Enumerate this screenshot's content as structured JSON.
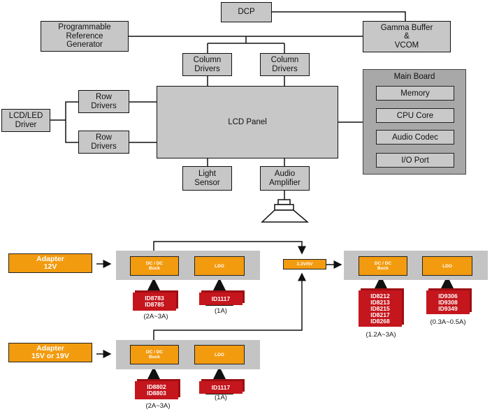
{
  "top": {
    "dcp": "DCP",
    "prog_ref_gen": "Programmable\nReference\nGenerator",
    "gamma_buffer": "Gamma Buffer\n&\nVCOM",
    "column_drivers_1": "Column\nDrivers",
    "column_drivers_2": "Column\nDrivers",
    "row_drivers_1": "Row\nDrivers",
    "row_drivers_2": "Row\nDrivers",
    "lcd_led_driver": "LCD/LED\nDriver",
    "lcd_panel": "LCD Panel",
    "light_sensor": "Light\nSensor",
    "audio_amplifier": "Audio\nAmplifier",
    "main_board": {
      "title": "Main Board",
      "items": [
        "Memory",
        "CPU Core",
        "Audio Codec",
        "I/O Port"
      ]
    }
  },
  "power": {
    "adapter_12v": "Adapter\n12V",
    "adapter_15v": "Adapter\n15V or 19V",
    "rail": "3.3V/5V",
    "row1": {
      "buck": "DC / DC\nBuck",
      "ldo": "LDO",
      "buck_parts": "ID8783\nID8785",
      "buck_current": "(2A~3A)",
      "ldo_parts": "ID1117",
      "ldo_current": "(1A)"
    },
    "row2": {
      "buck": "DC / DC\nBuck",
      "ldo": "LDO",
      "buck_parts": "ID8802\nID8803",
      "buck_current": "(2A~3A)",
      "ldo_parts": "ID1117",
      "ldo_current": "(1A)"
    },
    "right": {
      "buck": "DC / DC\nBuck",
      "ldo": "LDO",
      "buck_parts": "ID8212\nID8213\nID8215\nID8217\nID8268",
      "buck_current": "(1.2A~3A)",
      "ldo_parts": "ID9306\nID9308\nID9349",
      "ldo_current": "(0.3A~0.5A)"
    }
  }
}
